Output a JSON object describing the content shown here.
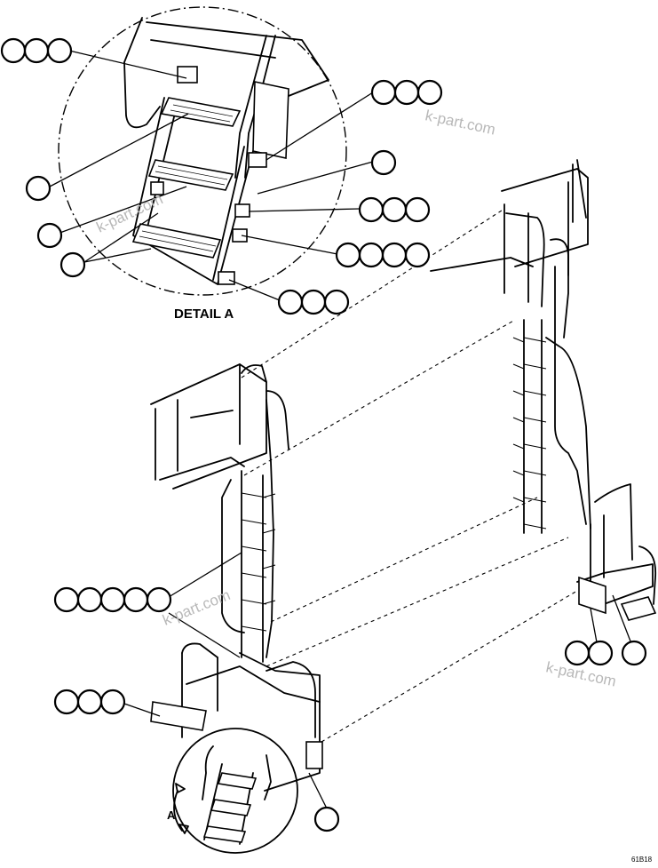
{
  "detail_label": "DETAIL A",
  "detail_marker": "A",
  "drawing_number": "61B18",
  "watermark_text": "k-part.com",
  "colors": {
    "ink": "#000000",
    "paper": "#ffffff",
    "watermark": "#b8b8b8"
  }
}
